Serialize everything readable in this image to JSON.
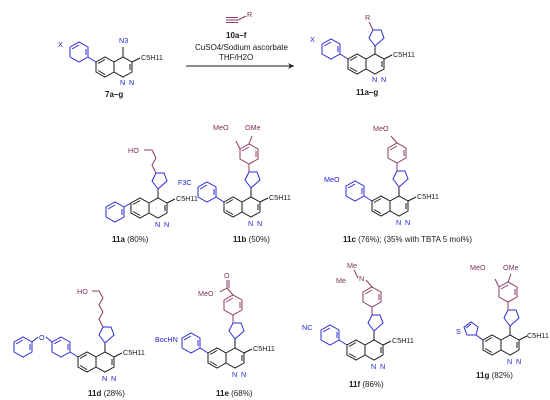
{
  "scheme": {
    "start_id": "7a–g",
    "reagent_id": "10a–f",
    "reagent_R": "R",
    "conditions": [
      "CuSO4/Sodium ascorbate",
      "THF/H2O"
    ],
    "product_id": "11a–g",
    "substituent_X": "X",
    "azide_label": "N3",
    "pentyl_label": "C5H11",
    "triazole_R": "R"
  },
  "labels": {
    "HO": "HO",
    "MeO": "MeO",
    "OMe": "OMe",
    "O": "O",
    "F3C": "F3C",
    "BocHN": "BocHN",
    "NC": "NC",
    "N": "N",
    "Me": "Me",
    "S": "S"
  },
  "compounds": [
    {
      "id": "11a",
      "yield": " (80%)"
    },
    {
      "id": "11b",
      "yield": " (50%)"
    },
    {
      "id": "11c",
      "yield": " (76%); (35% with TBTA 5 mol%)"
    },
    {
      "id": "11d",
      "yield": " (28%)"
    },
    {
      "id": "11e",
      "yield": " (68%)"
    },
    {
      "id": "11f",
      "yield": " (86%)"
    },
    {
      "id": "11g",
      "yield": " (82%)"
    }
  ],
  "colors": {
    "blue": "#2222cc",
    "maroon": "#7a2f58",
    "black": "#1a1a1a"
  }
}
